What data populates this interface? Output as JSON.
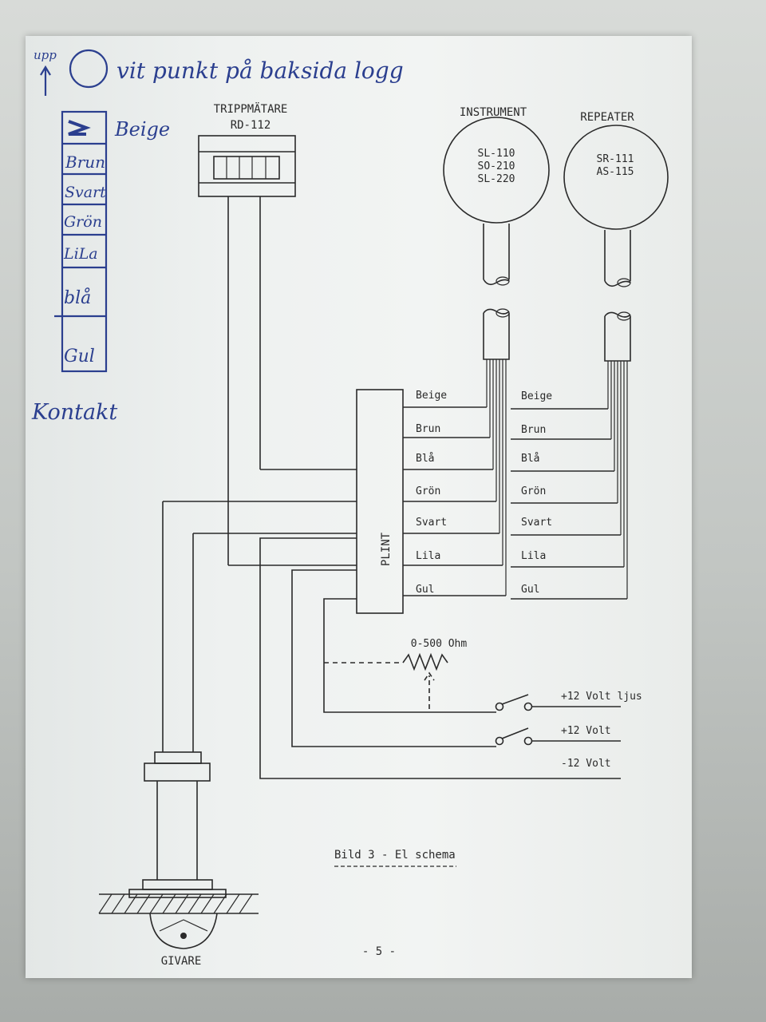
{
  "handwriting": {
    "upp": "upp",
    "note": "vit punkt på baksida logg",
    "colors": [
      "Beige",
      "Brun",
      "Svart",
      "Grön",
      "LiLa",
      "blå",
      "Gul"
    ],
    "kontakt": "Kontakt"
  },
  "trippmatare": {
    "title": "TRIPPMÄTARE",
    "model": "RD-112"
  },
  "instrument": {
    "title": "INSTRUMENT",
    "models": [
      "SL-110",
      "SO-210",
      "SL-220"
    ]
  },
  "repeater": {
    "title": "REPEATER",
    "models": [
      "SR-111",
      "AS-115"
    ]
  },
  "plint": {
    "label": "PLINT"
  },
  "wires_left": [
    "Beige",
    "Brun",
    "Blå",
    "Grön",
    "Svart",
    "Lila",
    "Gul"
  ],
  "wires_right": [
    "Beige",
    "Brun",
    "Blå",
    "Grön",
    "Svart",
    "Lila",
    "Gul"
  ],
  "resistor": "0-500 Ohm",
  "supply": [
    "+12 Volt ljus",
    "+12 Volt",
    "-12 Volt"
  ],
  "givare": "GIVARE",
  "caption": "Bild 3 - El schema",
  "page_number": "- 5 -"
}
